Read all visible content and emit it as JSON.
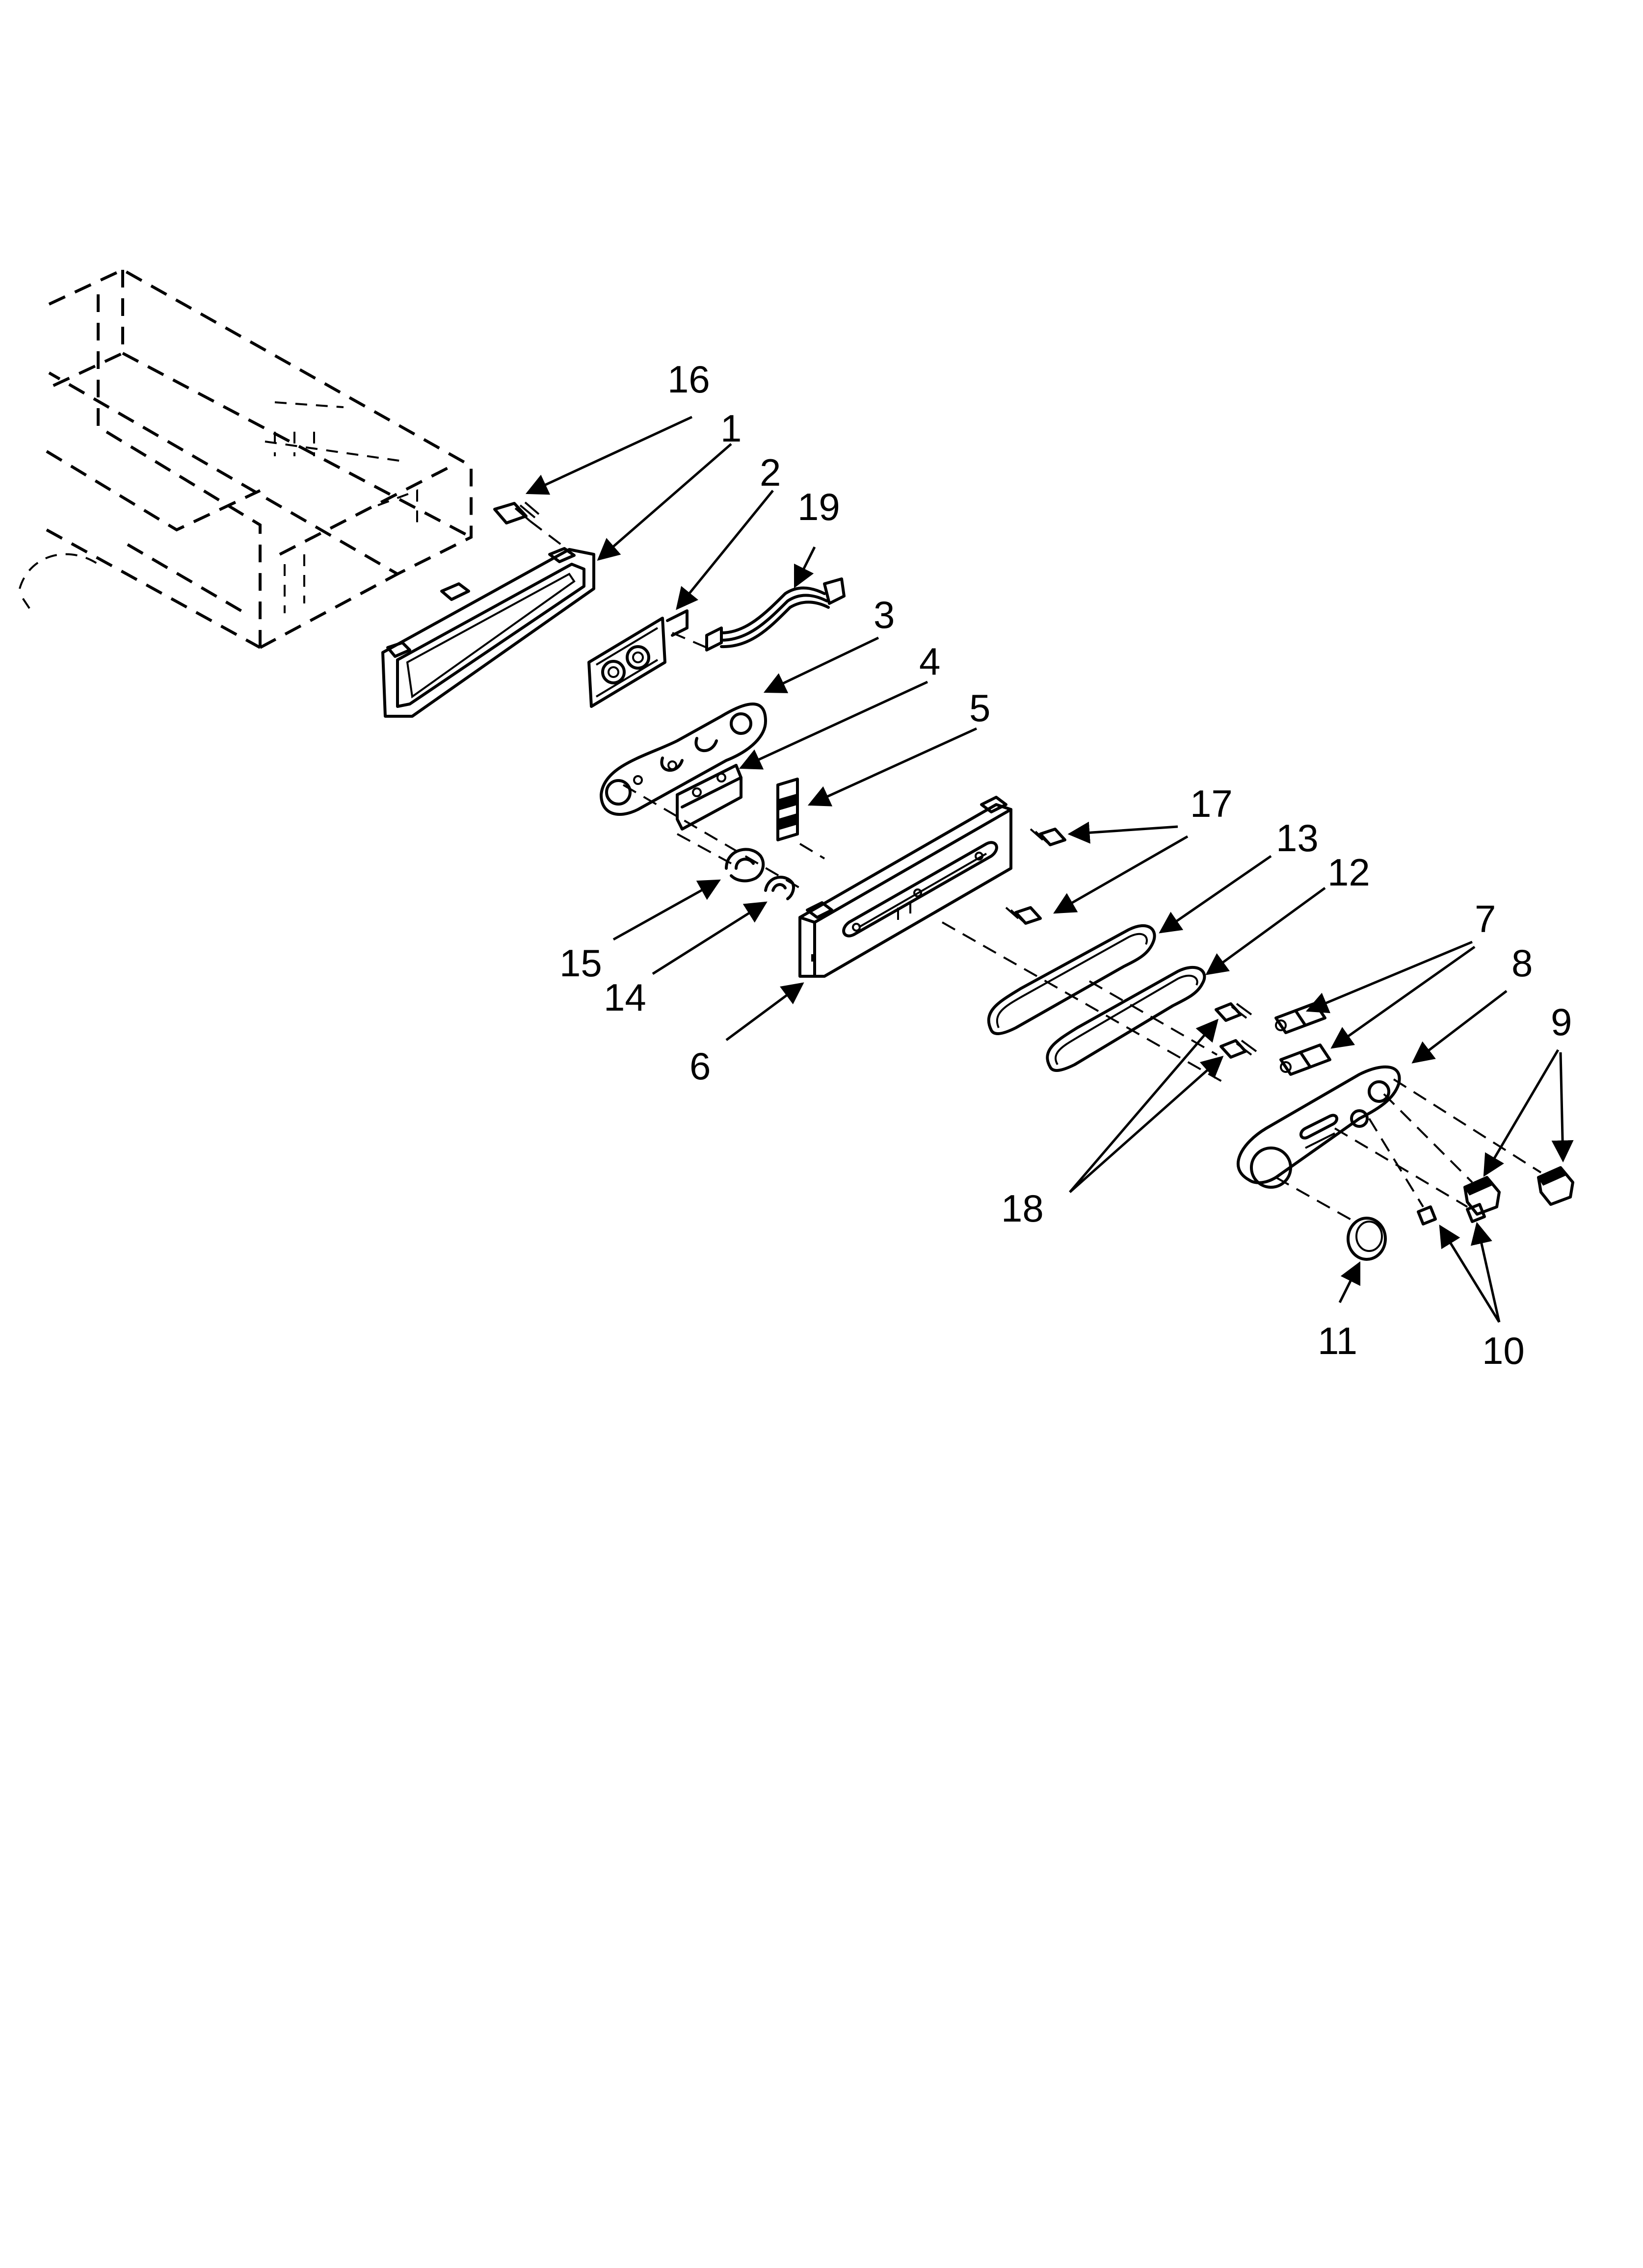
{
  "callouts": [
    {
      "id": "c16",
      "label": "16"
    },
    {
      "id": "c1",
      "label": "1"
    },
    {
      "id": "c2",
      "label": "2"
    },
    {
      "id": "c19",
      "label": "19"
    },
    {
      "id": "c3",
      "label": "3"
    },
    {
      "id": "c4",
      "label": "4"
    },
    {
      "id": "c5",
      "label": "5"
    },
    {
      "id": "c17",
      "label": "17"
    },
    {
      "id": "c13",
      "label": "13"
    },
    {
      "id": "c12",
      "label": "12"
    },
    {
      "id": "c7",
      "label": "7"
    },
    {
      "id": "c8",
      "label": "8"
    },
    {
      "id": "c9",
      "label": "9"
    },
    {
      "id": "c15",
      "label": "15"
    },
    {
      "id": "c14",
      "label": "14"
    },
    {
      "id": "c6",
      "label": "6"
    },
    {
      "id": "c18",
      "label": "18"
    },
    {
      "id": "c11",
      "label": "11"
    },
    {
      "id": "c10",
      "label": "10"
    }
  ]
}
